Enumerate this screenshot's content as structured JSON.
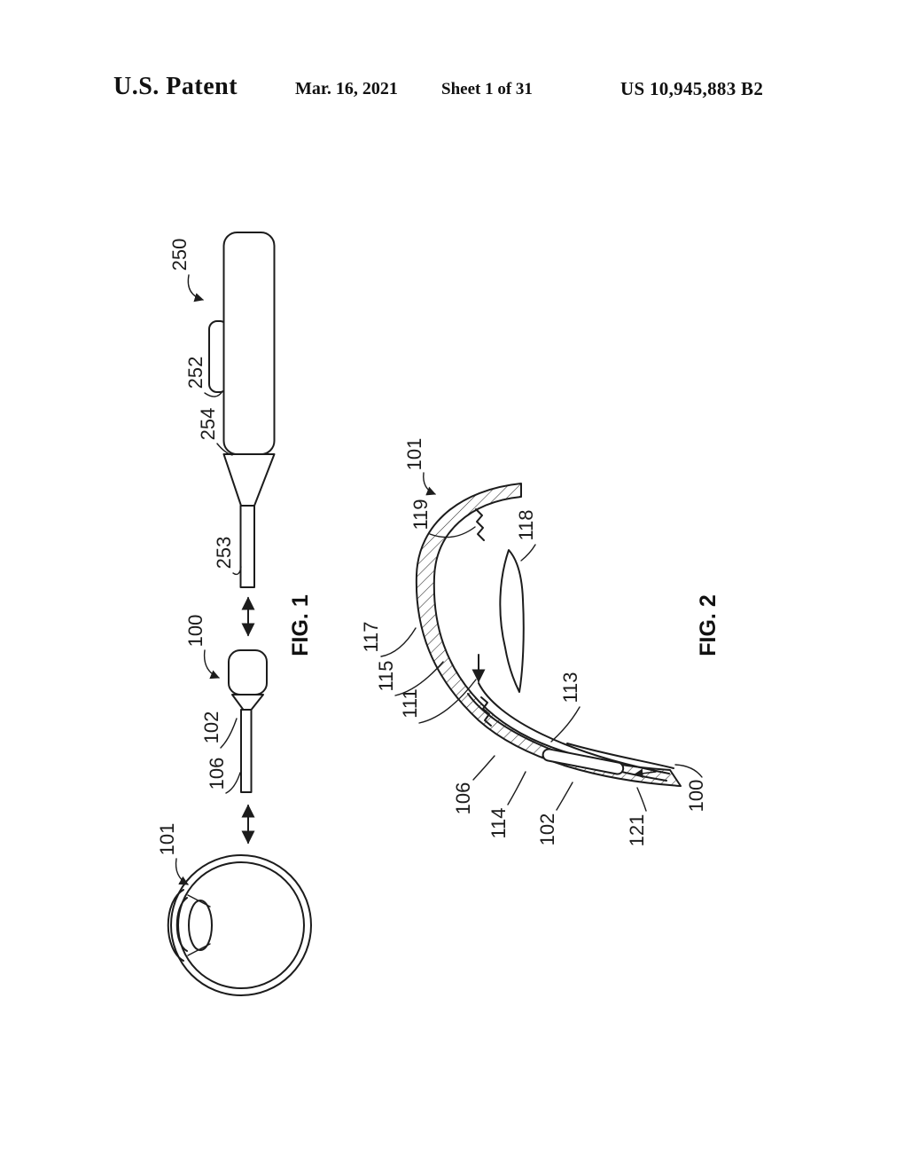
{
  "header": {
    "title": "U.S. Patent",
    "date": "Mar. 16, 2021",
    "sheet": "Sheet 1 of 31",
    "patent_number": "US 10,945,883 B2"
  },
  "fig1": {
    "caption": "FIG. 1",
    "labels": {
      "l250": "250",
      "l252": "252",
      "l254": "254",
      "l253": "253",
      "l100": "100",
      "l102": "102",
      "l106": "106",
      "l101": "101"
    }
  },
  "fig2": {
    "caption": "FIG. 2",
    "labels": {
      "l101": "101",
      "l119": "119",
      "l118": "118",
      "l117": "117",
      "l115": "115",
      "l111": "111",
      "l113": "113",
      "l106": "106",
      "l114": "114",
      "l102": "102",
      "l121": "121",
      "l100": "100"
    }
  }
}
